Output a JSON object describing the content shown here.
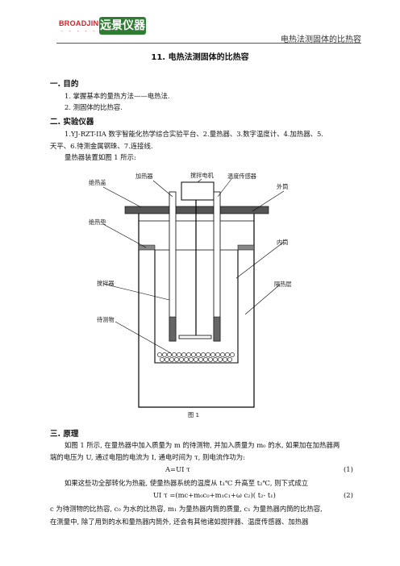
{
  "header": {
    "logo_en": "BROADJING",
    "logo_dots": "· · · · · ·",
    "logo_cn": "远景仪器",
    "title": "电热法测固体的比热容"
  },
  "doc_title": "11.    电热法测固体的比热容",
  "sections": {
    "purpose": {
      "heading": "一. 目的",
      "items": [
        "1. 掌握基本的量热方法——电热法.",
        "2. 测固体的比热容."
      ]
    },
    "instruments": {
      "heading": "二. 实验仪器",
      "line1": "1.YJ-RZT-IIA 数字智能化热学综合实验平台、2.量热器、3.数字温度计、4.加热器、5.",
      "line2": "天平、6.待测金属钢珠、7.连接线.",
      "line3": "量热器装置如图 1 所示:"
    },
    "principle": {
      "heading": "三. 原理",
      "p1": "如图 1 所示, 在量热器中加入质量为 m 的待测物, 并加入质量为 m₀ 的水, 如果加在加热器两",
      "p2": "端的电压为 U, 通过电阻的电流为 I, 通电时间为 τ, 则电流作功为:",
      "eq1": "A=UI τ",
      "eq1_no": "(1)",
      "p3": "如果这些功全部转化为热能, 使量热器系统的温度从 t₁℃ 升高至 t₂℃, 则下式成立",
      "eq2": "UI τ =(mc+m₀c₀+m₁c₁+ω c₂)( t₂- t₁)",
      "eq2_no": "(2)",
      "p4": "c 为待测物的比热容, c₀ 为水的比热容, m₁ 为量热器内筒的质量, c₁ 为量热器内筒的比热容,",
      "p5": "在测量中, 除了用到的水和量热器内筒外, 还会有其他诸如搅拌器、温度传感器、加热器"
    }
  },
  "figure": {
    "caption": "图 1",
    "labels": {
      "lid": "绝热盖",
      "heater": "加热器",
      "motor": "搅拌电机",
      "sensor": "温度传感器",
      "outer": "外筒",
      "pad": "绝热垫",
      "inner": "内筒",
      "stirrer": "搅拌器",
      "insulation": "隔热层",
      "sample": "待测物"
    }
  }
}
